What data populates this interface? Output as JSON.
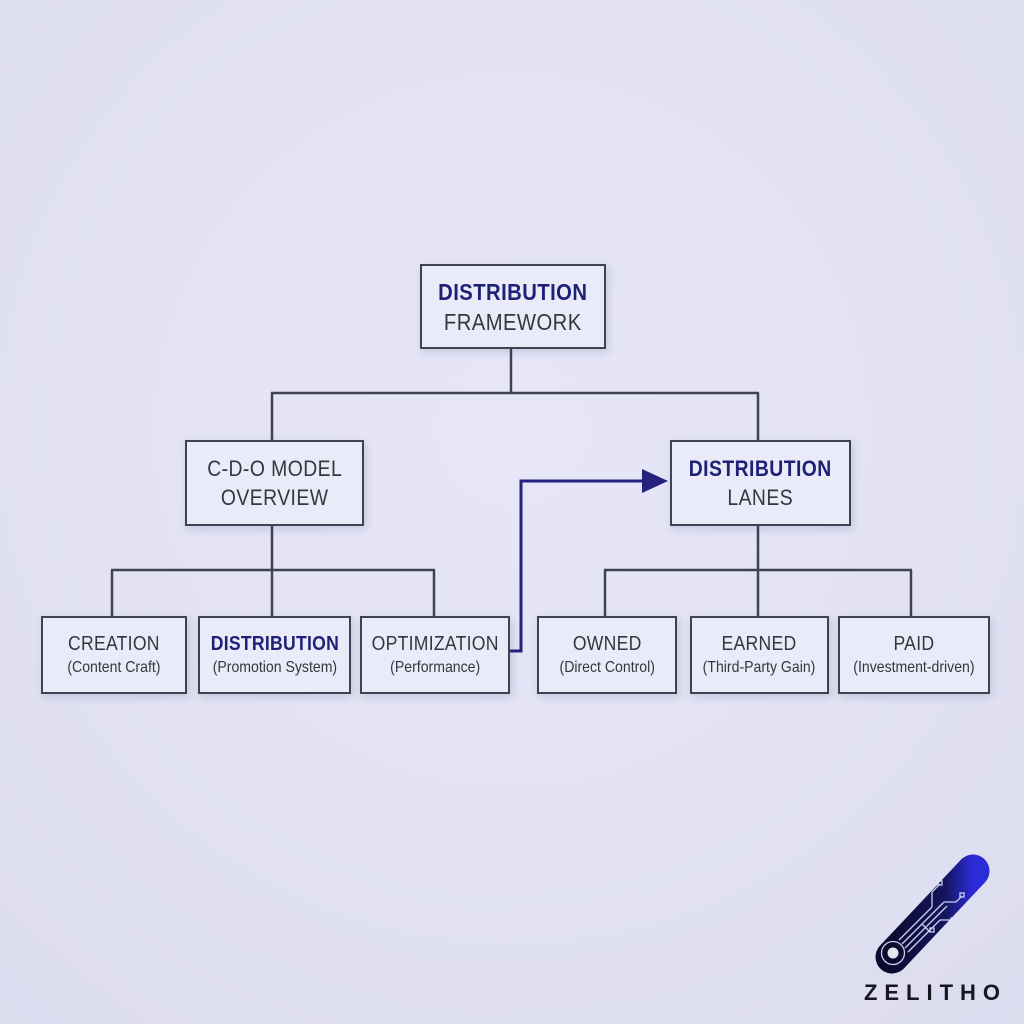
{
  "colors": {
    "background": "#e2e2f4",
    "box_fill": "#eaebf8",
    "box_border": "#3e4252",
    "connector_line": "#3e4252",
    "accent_navy": "#1f2178",
    "arrow_blue": "#23237e",
    "logo_blue_bright": "#3434e4",
    "logo_blue_dark": "#0c0c34",
    "brand_text": "#17171f"
  },
  "diagram": {
    "root": {
      "title": "DISTRIBUTION",
      "subtitle": "FRAMEWORK"
    },
    "branches": [
      {
        "title": "C-D-O MODEL",
        "subtitle": "OVERVIEW"
      },
      {
        "title": "DISTRIBUTION",
        "subtitle": "LANES"
      }
    ],
    "leaves": [
      {
        "title": "CREATION",
        "subtitle": "(Content Craft)"
      },
      {
        "title": "DISTRIBUTION",
        "subtitle": "(Promotion System)"
      },
      {
        "title": "OPTIMIZATION",
        "subtitle": "(Performance)"
      },
      {
        "title": "OWNED",
        "subtitle": "(Direct Control)"
      },
      {
        "title": "EARNED",
        "subtitle": "(Third-Party Gain)"
      },
      {
        "title": "PAID",
        "subtitle": "(Investment-driven)"
      }
    ],
    "arrow": {
      "from": "OPTIMIZATION",
      "to": "DISTRIBUTION LANES"
    }
  },
  "branding": {
    "name": "ZELITHO",
    "logo": "zelitho-z-icon"
  }
}
